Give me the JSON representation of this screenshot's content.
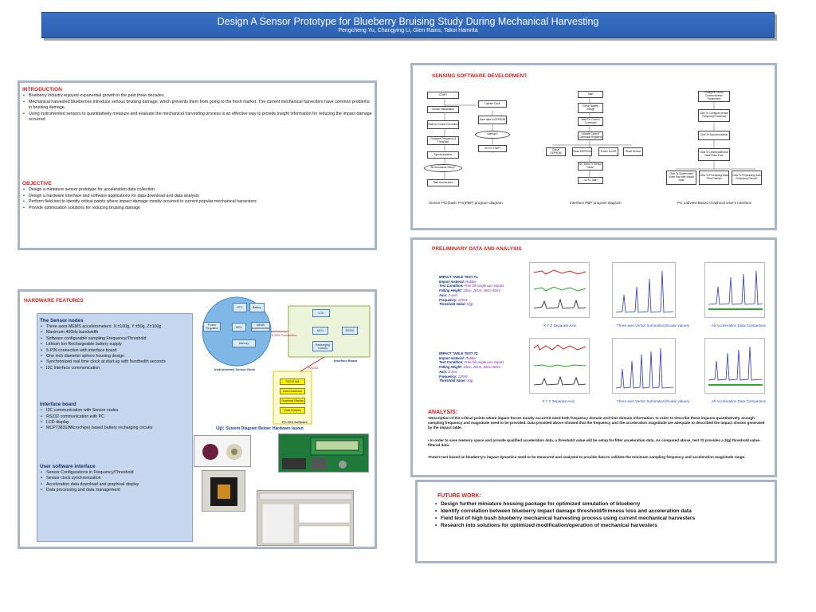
{
  "header": {
    "title": "Design A Sensor Prototype for Blueberry Bruising Study During Mechanical Harvesting",
    "authors": "Pengcheng Yu, Changying Li, Glen Rains, Takoi Hamrita"
  },
  "introduction": {
    "title": "INTRODUCTION",
    "items": [
      "Blueberry industry enjoyed exponential growth in the past three decades",
      "Mechanical harvested blueberries introduce serious bruising damage, which prevents them from going to the fresh market.  The current mechanical harvesters have common problems in bruising damage.",
      "Using instrumented sensors to quantitatively measure and evaluate the mechanical harvesting process is an effective way to provide     insight information for reducing the impact damage occurred"
    ]
  },
  "objective": {
    "title": "OBJECTIVE",
    "items": [
      "Design a miniature sensor prototype for acceleration data collection",
      "Design a hardware interface and software applications for data download and data analysis",
      "Perform field test to identify critical points where impact damage mostly occurred in current popular mechanical harvesters",
      "Provide optimization solutions for reducing bruising damage"
    ]
  },
  "hardware": {
    "title": "HARDWARE FEATURES",
    "sensor_nodes": {
      "title": "The Sensor nodes",
      "items": [
        "Three axes MEMS accelerometers: X:±100g, Y:±50g, Z±100g",
        "Maximum 400Hz bandwidth",
        "Software configurable  sampling Frequency/Threshold",
        "Lithium Ion Rechargeable battery supply",
        "5-PIN connection with interface board",
        "One inch diameter sphere housing design",
        "Synchronized real time clock  at start up with hundredth seconds",
        "I2C interface communication"
      ]
    },
    "interface_board": {
      "title": "Interface board",
      "items": [
        "I2C communication with Sensor nodes",
        "RS232 communication with PC",
        "LCD display",
        "MCP73831(Microchips) based battery recharging circuits"
      ]
    },
    "user_software": {
      "title": "User software interface",
      "items": [
        "Sensor Configurations in Frequency/Threshold",
        "Sensor clock synchronization",
        "Acceleration data download and graphical display",
        "Data processing and data management"
      ]
    },
    "diagram": {
      "rtc": "RTC",
      "battery": "Battery",
      "power_regulator": "Power Regulator",
      "mcu": "MCU",
      "mems": "MEMS Accelerometer",
      "memory": "Memory",
      "sensor_node_label": "Instrumented Sensor Node",
      "pin_connection": "5-PIN Connection",
      "lcd": "LCD",
      "mcu2": "MCU",
      "rs232": "RS232",
      "recharging": "Recharging Circuits",
      "interface_label": "Interface Board",
      "rs232_link": "RS232",
      "gui_items": [
        "RS232 talk",
        "Data Download",
        "Graphical Display",
        "Data Analysis"
      ],
      "gui_label": "PC-GUI Software"
    },
    "caption_up": "Up:",
    "caption_rest": "System Diagram  Below: Hardware layout"
  },
  "sensing": {
    "title": "SENSING SOFTWARE DEVELOPMENT",
    "flow1": [
      "START",
      "Sensor Initialization",
      "Wait for Control Command",
      "Configure Frequency & Threshold",
      "Synchronization",
      "All commands Setup?",
      "Start Acceleration"
    ],
    "flow1b": [
      "Update Clock",
      "Save data to EEPROM",
      "Interrupt?",
      "GOTO START"
    ],
    "flow2": [
      "Start",
      "Check Battery Voltage",
      "Wait For Control Command",
      "Update Control Command Registers",
      "I2C Send To Sensor Node",
      "GOTO Start"
    ],
    "flow2b": [
      "Erase EEPROM",
      "Read EEPROM",
      "Power On/Off",
      "Reset Sensor"
    ],
    "flow3": [
      "Configure RS232 Communication Parameters",
      "Click To Configure sensor Frequency/Threshold",
      "Click To Synchronization",
      "Click To Download/Erase Data/Video Flow"
    ],
    "flow3b": [
      "Click To Synchronize Video flow with Impact Data",
      "Click To Processing Data Time Domain",
      "Click To Processing Data Frequency Domain"
    ],
    "captions": [
      "Sensor PIC(basic Pro)PBP) program diagram",
      "Interface  PBP program diagram",
      "PC Labview Based Graphical User's Interface"
    ]
  },
  "prelim": {
    "title": "PRELIMINARY DATA AND ANALYSIS",
    "tests": [
      {
        "heading": "IMPACT TABLE TEST #1:",
        "rows": [
          [
            "Impact material:",
            "Rubber"
          ],
          [
            "Test Condition:",
            "Free fall single axis impact"
          ],
          [
            "Falling Height:",
            "10cm, 20cm, 30cm 40cm"
          ],
          [
            "Axis:",
            "Z-axis"
          ],
          [
            "Frequency:",
            "125Hz"
          ],
          [
            "Threshold Value:",
            "0(g)"
          ]
        ],
        "captions": [
          "X  Y  Z  Separate Axis",
          "Three-axis Vector Summation(Scalar values)",
          "All Acceleration Data Comparison"
        ]
      },
      {
        "heading": "IMPACT TABLE TEST #2:",
        "rows": [
          [
            "Impact material:",
            "Rubber"
          ],
          [
            "Test Condition:",
            "Free fall single axis impact"
          ],
          [
            "Falling Height:",
            "10cm, 20cm, 30cm 40cm"
          ],
          [
            "Axis:",
            "Z-axis"
          ],
          [
            "Frequency:",
            "125Hz"
          ],
          [
            "Threshold Value:",
            "3(g)"
          ]
        ],
        "captions": [
          "X  Y  Z  Separate Axis",
          "Three-axis Vector Summation(Scalar values)",
          "All Acceleration Data Comparison"
        ]
      }
    ],
    "analysis_title": "ANALYSIS:",
    "analysis": [
      "•Description of the critical points where impact forces mostly occurred need both frequency domain and time domain information.  In order to describe these impacts quantitatively, enough sampling frequency and magnitude need to be provided. Data provided above showed that the frequency and the acceleration magnitude are adequate to described the impact shocks generated by the impact table.",
      "• In order to save memory space and provide qualified acceleration data, a threshold value will be setup for filter acceleration data. As compared above, test #2 provides a 3(g) threshold value-filtered data.",
      "•Future test based on blueberry's impact dynamics need to be measured and analyzed to provide data to validate the minimum sampling frequency and acceleration magnitude range."
    ]
  },
  "future": {
    "title": "FUTURE WORK:",
    "items": [
      "Design further miniature housing package for optimized simulation of blueberry",
      "Identify correlation between blueberry impact damage threshold/firmness loss and acceleration data",
      "Field test of high bush blueberry mechanical harvesting process using current mechanical harvesters",
      "Research into solutions for optimized modification/operation of mechanical harvesters"
    ]
  }
}
